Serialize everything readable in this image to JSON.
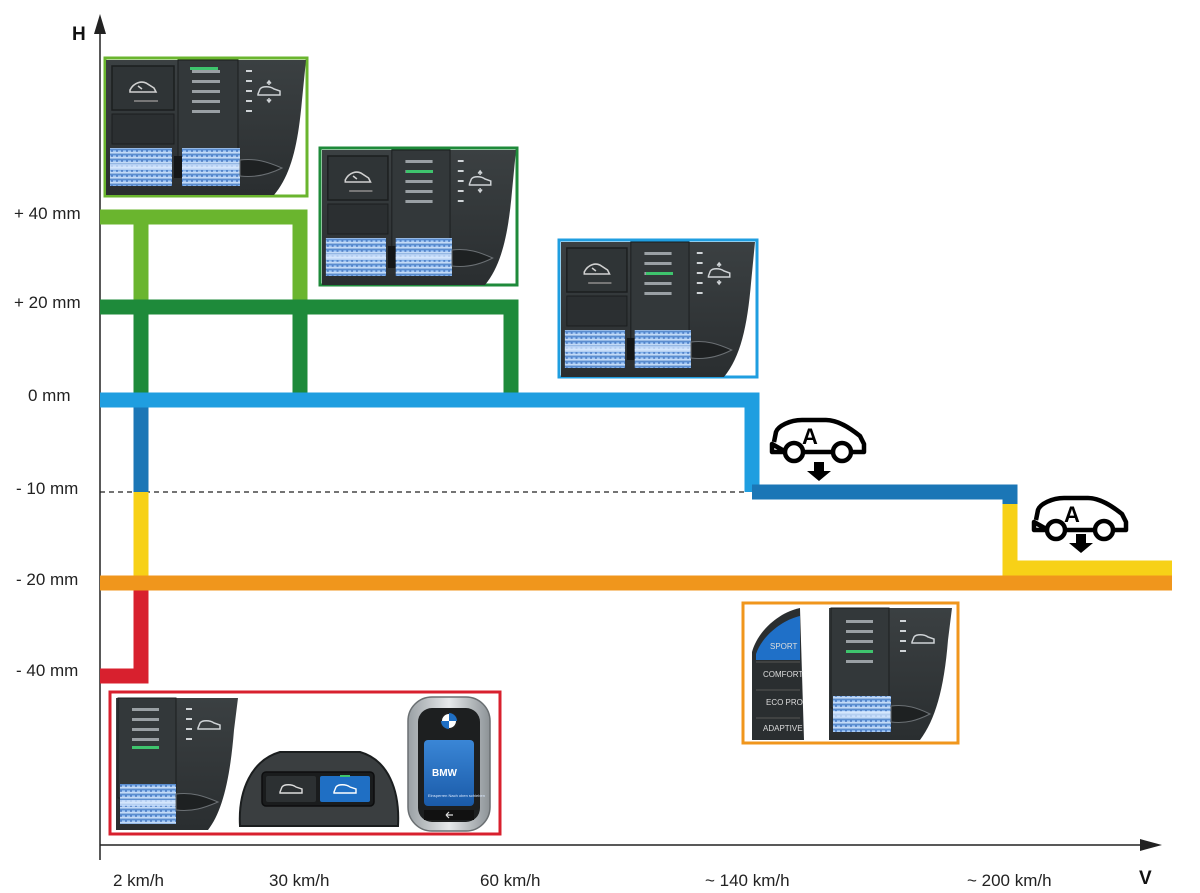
{
  "axes": {
    "y_label": "H",
    "x_label": "V",
    "y_ticks": [
      "+ 40 mm",
      "+ 20 mm",
      "0 mm",
      "- 10 mm",
      "- 20 mm",
      "- 40 mm"
    ],
    "x_ticks": [
      "2 km/h",
      "30 km/h",
      "60 km/h",
      "~ 140 km/h",
      "~ 200 km/h"
    ]
  },
  "levels": [
    {
      "height": "+ 40 mm",
      "color": "#6ab52e"
    },
    {
      "height": "+ 20 mm",
      "color": "#1e8a3a"
    },
    {
      "height": "0 mm",
      "color": "#1f9ee0"
    },
    {
      "height": "- 10 mm",
      "color": "#1b76b6"
    },
    {
      "height": "- 20 mm",
      "color": "#f0961c"
    },
    {
      "height": "- 40 mm",
      "color": "#d8202e"
    },
    {
      "height": "automatic lowering",
      "color": "#f7d117"
    }
  ],
  "drive_modes": [
    "SPORT",
    "COMFORT",
    "ECO PRO",
    "ADAPTIVE"
  ],
  "key_display": {
    "brand": "BMW",
    "message": "Einsperren Nach oben schieben"
  },
  "auto_badge_letter": "A",
  "icons": [
    "car-raise-icon",
    "car-height-icon",
    "auto-lower-car-icon",
    "bmw-logo-icon",
    "back-arrow-icon"
  ]
}
